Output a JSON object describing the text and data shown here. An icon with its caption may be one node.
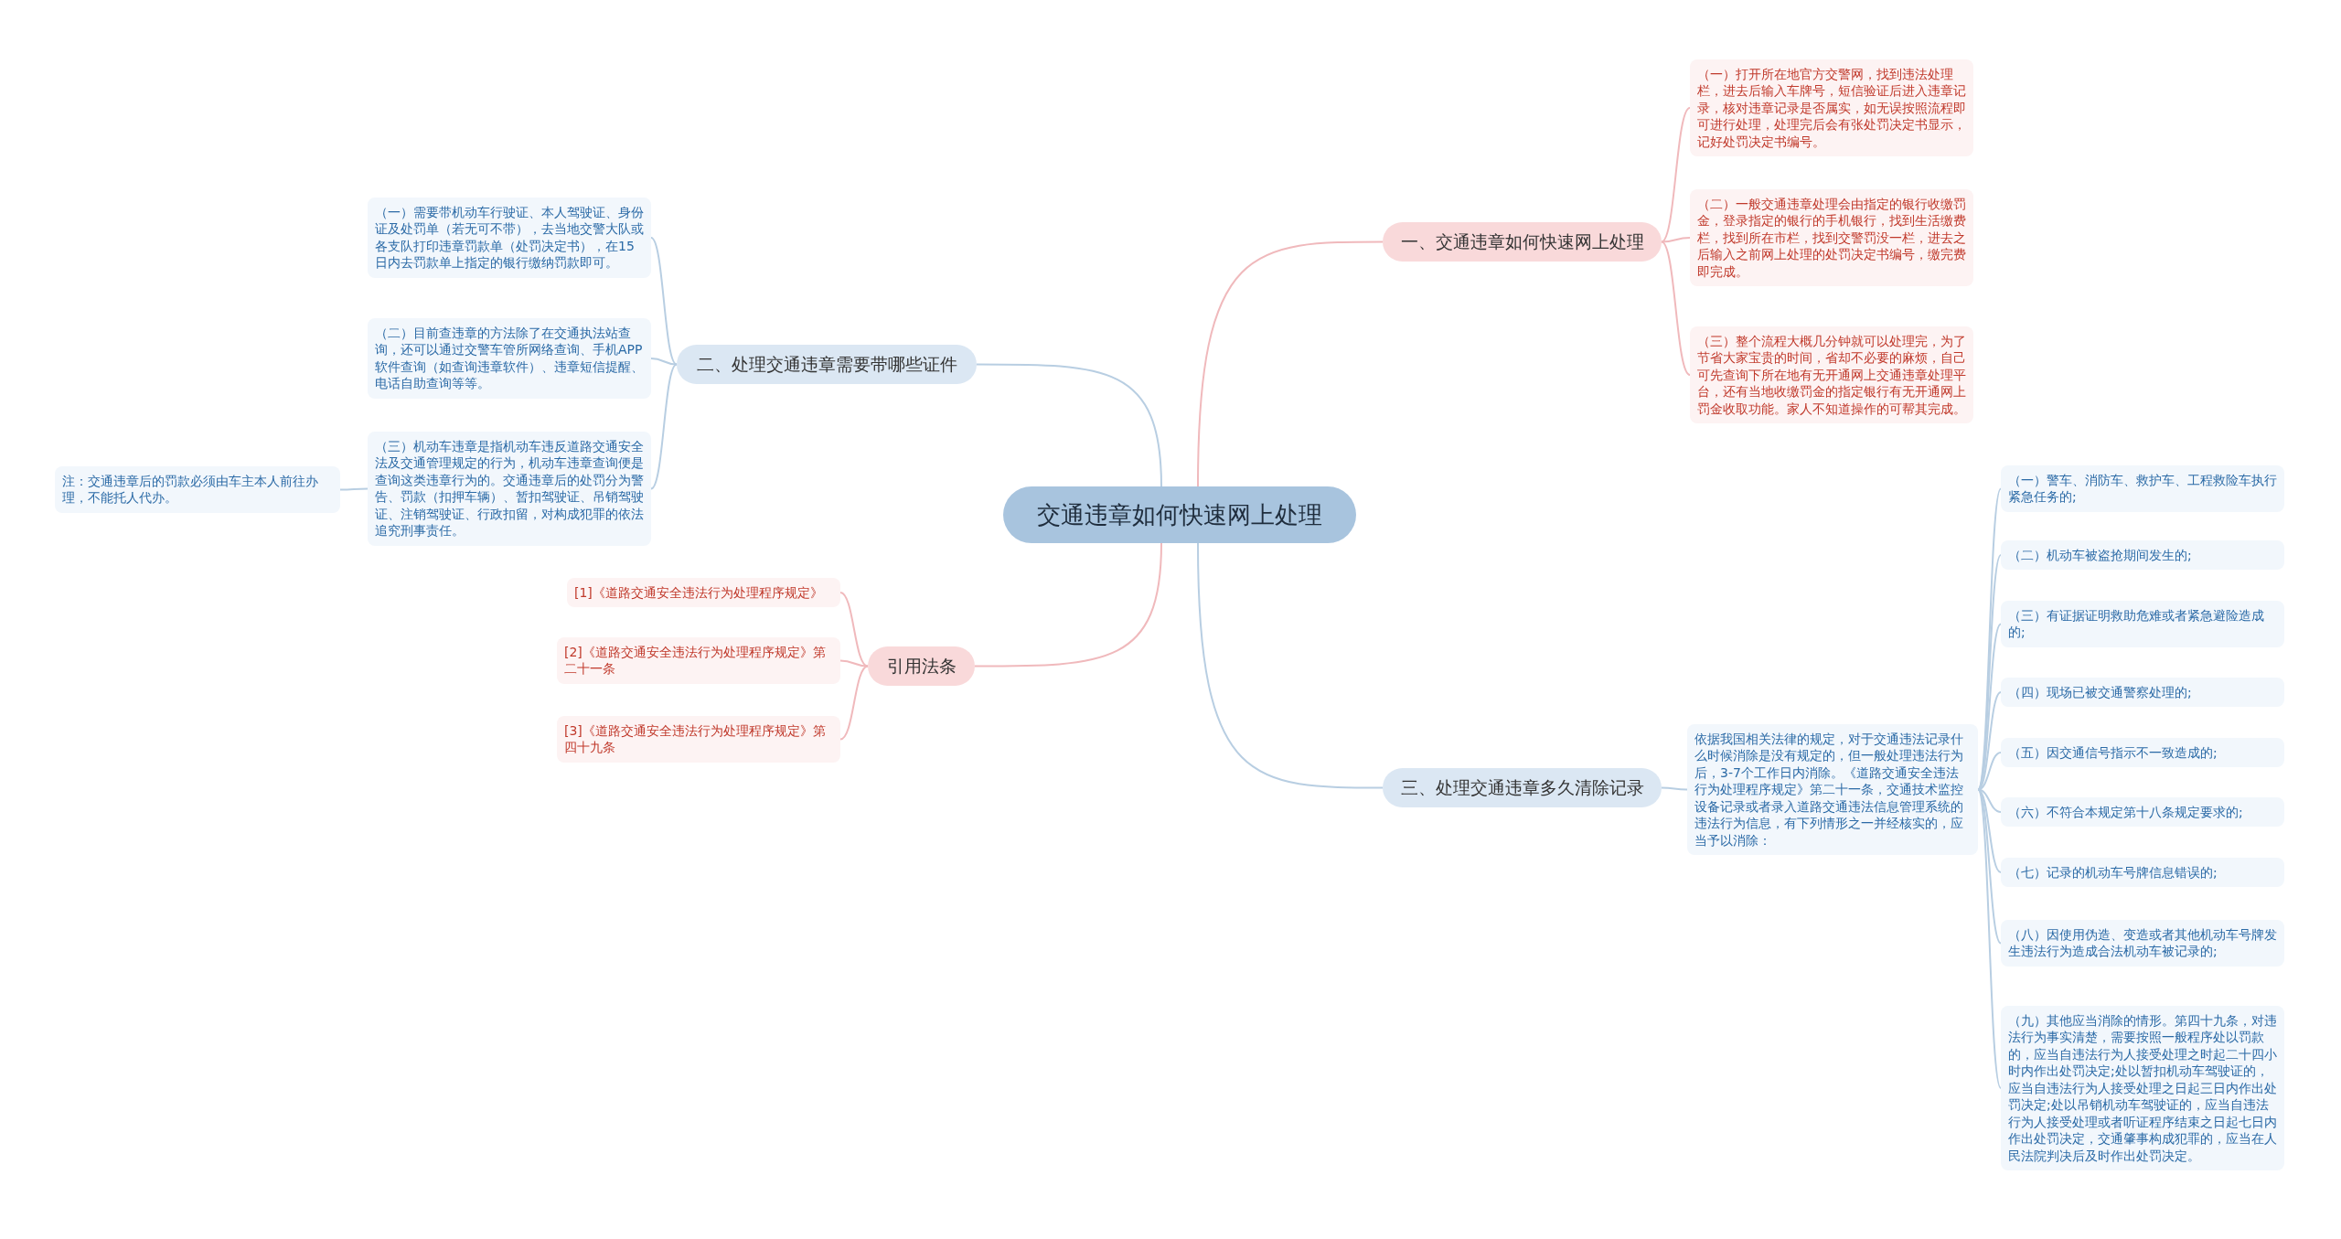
{
  "diagram": {
    "nodes": [
      {
        "text": [
          "交通违章如何快速网上处理"
        ]
      },
      {
        "text": [
          "一、交通违章如何快速网上处理"
        ]
      },
      {
        "text": [
          "（一）打开所在地官方交警网，找到违法处理栏，进去后输入车牌号，短信验证后进入违章记录，核对违章记录是否属实，如无误按照流程即可进行处理，处理完后会有张处罚决定书显示，记好处罚决定书编号。"
        ]
      },
      {
        "text": [
          "（二）一般交通违章处理会由指定的银行收缴罚金，登录指定的银行的手机银行，找到生活缴费栏，找到所在市栏，找到交警罚没一栏，进去之后输入之前网上处理的处罚决定书编号，缴完费即完成。"
        ]
      },
      {
        "text": [
          "（三）整个流程大概几分钟就可以处理完，为了节省大家宝贵的时间，省却不必要的麻烦，自己可先查询下所在地有无开通网上交通违章处理平台，还有当地收缴罚金的指定银行有无开通网上罚金收取功能。家人不知道操作的可帮其完成。"
        ]
      },
      {
        "text": [
          "二、处理交通违章需要带哪些证件"
        ]
      },
      {
        "text": [
          "（一）需要带机动车行驶证、本人驾驶证、身份证及处罚单（若无可不带），去当地交警大队或各支队打印违章罚款单（处罚决定书），在15日内去罚款单上指定的银行缴纳罚款即可。"
        ]
      },
      {
        "text": [
          "（二）目前查违章的方法除了在交通执法站查询，还可以通过交警车管所网络查询、手机APP软件查询（如查询违章软件）、违章短信提醒、电话自助查询等等。"
        ]
      },
      {
        "text": [
          "（三）机动车违章是指机动车违反道路交通安全法及交通管理规定的行为，机动车违章查询便是查询这类违章行为的。交通违章后的处罚分为警告、罚款（扣押车辆）、暂扣驾驶证、吊销驾驶证、注销驾驶证、行政扣留，对构成犯罪的依法追究刑事责任。"
        ]
      },
      {
        "text": [
          "注：交通违章后的罚款必须由车主本人前往办理，不能托人代办。"
        ]
      },
      {
        "text": [
          "引用法条"
        ]
      },
      {
        "text": [
          "[1]《道路交通安全违法行为处理程序规定》"
        ]
      },
      {
        "text": [
          "[2]《道路交通安全违法行为处理程序规定》第二十一条"
        ]
      },
      {
        "text": [
          "[3]《道路交通安全违法行为处理程序规定》第四十九条"
        ]
      },
      {
        "text": [
          "三、处理交通违章多久清除记录"
        ]
      },
      {
        "text": [
          "依据我国相关法律的规定，对于交通违法记录什么时候消除是没有规定的，但一般处理违法行为后，3-7个工作日内消除。《道路交通安全违法行为处理程序规定》第二十一条，交通技术监控设备记录或者录入道路交通违法信息管理系统的违法行为信息，有下列情形之一并经核实的，应当予以消除："
        ]
      },
      {
        "text": [
          "（一）警车、消防车、救护车、工程救险车执行紧急任务的;"
        ]
      },
      {
        "text": [
          "（二）机动车被盗抢期间发生的;"
        ]
      },
      {
        "text": [
          "（三）有证据证明救助危难或者紧急避险造成的;"
        ]
      },
      {
        "text": [
          "（四）现场已被交通警察处理的;"
        ]
      },
      {
        "text": [
          "（五）因交通信号指示不一致造成的;"
        ]
      },
      {
        "text": [
          "（六）不符合本规定第十八条规定要求的;"
        ]
      },
      {
        "text": [
          "（七）记录的机动车号牌信息错误的;"
        ]
      },
      {
        "text": [
          "（八）因使用伪造、变造或者其他机动车号牌发生违法行为造成合法机动车被记录的;"
        ]
      },
      {
        "text": [
          "（九）其他应当消除的情形。第四十九条，对违法行为事实清楚，需要按照一般程序处以罚款的，应当自违法行为人接受处理之时起二十四小时内作出处罚决定;处以暂扣机动车驾驶证的，应当自违法行为人接受处理之日起三日内作出处罚决定;处以吊销机动车驾驶证的，应当自违法行为人接受处理或者听证程序结束之日起七日内作出处罚决定，交通肇事构成犯罪的，应当在人民法院判决后及时作出处罚决定。"
        ]
      }
    ],
    "edges": [
      {
        "from": 0,
        "to": 1,
        "arrow": "none",
        "color": "#f0b9bc"
      },
      {
        "from": 0,
        "to": 5,
        "arrow": "none"
      },
      {
        "from": 0,
        "to": 10,
        "arrow": "none",
        "color": "#f0b9bc"
      },
      {
        "from": 0,
        "to": 14,
        "arrow": "none"
      },
      {
        "from": 1,
        "to": 2,
        "arrow": "none",
        "color": "#f0b9bc"
      },
      {
        "from": 1,
        "to": 3,
        "arrow": "none",
        "color": "#f0b9bc"
      },
      {
        "from": 1,
        "to": 4,
        "arrow": "none",
        "color": "#f0b9bc"
      },
      {
        "from": 5,
        "to": 6,
        "arrow": "none"
      },
      {
        "from": 5,
        "to": 7,
        "arrow": "none"
      },
      {
        "from": 5,
        "to": 8,
        "arrow": "none"
      },
      {
        "from": 8,
        "to": 9,
        "arrow": "none"
      },
      {
        "from": 10,
        "to": 11,
        "arrow": "none",
        "color": "#f0b9bc"
      },
      {
        "from": 10,
        "to": 12,
        "arrow": "none",
        "color": "#f0b9bc"
      },
      {
        "from": 10,
        "to": 13,
        "arrow": "none",
        "color": "#f0b9bc"
      },
      {
        "from": 14,
        "to": 15,
        "arrow": "none"
      },
      {
        "from": 15,
        "to": 16,
        "arrow": "none"
      },
      {
        "from": 15,
        "to": 17,
        "arrow": "none"
      },
      {
        "from": 15,
        "to": 18,
        "arrow": "none"
      },
      {
        "from": 15,
        "to": 19,
        "arrow": "none"
      },
      {
        "from": 15,
        "to": 20,
        "arrow": "none"
      },
      {
        "from": 15,
        "to": 21,
        "arrow": "none"
      },
      {
        "from": 15,
        "to": 22,
        "arrow": "none"
      },
      {
        "from": 15,
        "to": 23,
        "arrow": "none"
      },
      {
        "from": 15,
        "to": 24,
        "arrow": "none"
      }
    ]
  }
}
